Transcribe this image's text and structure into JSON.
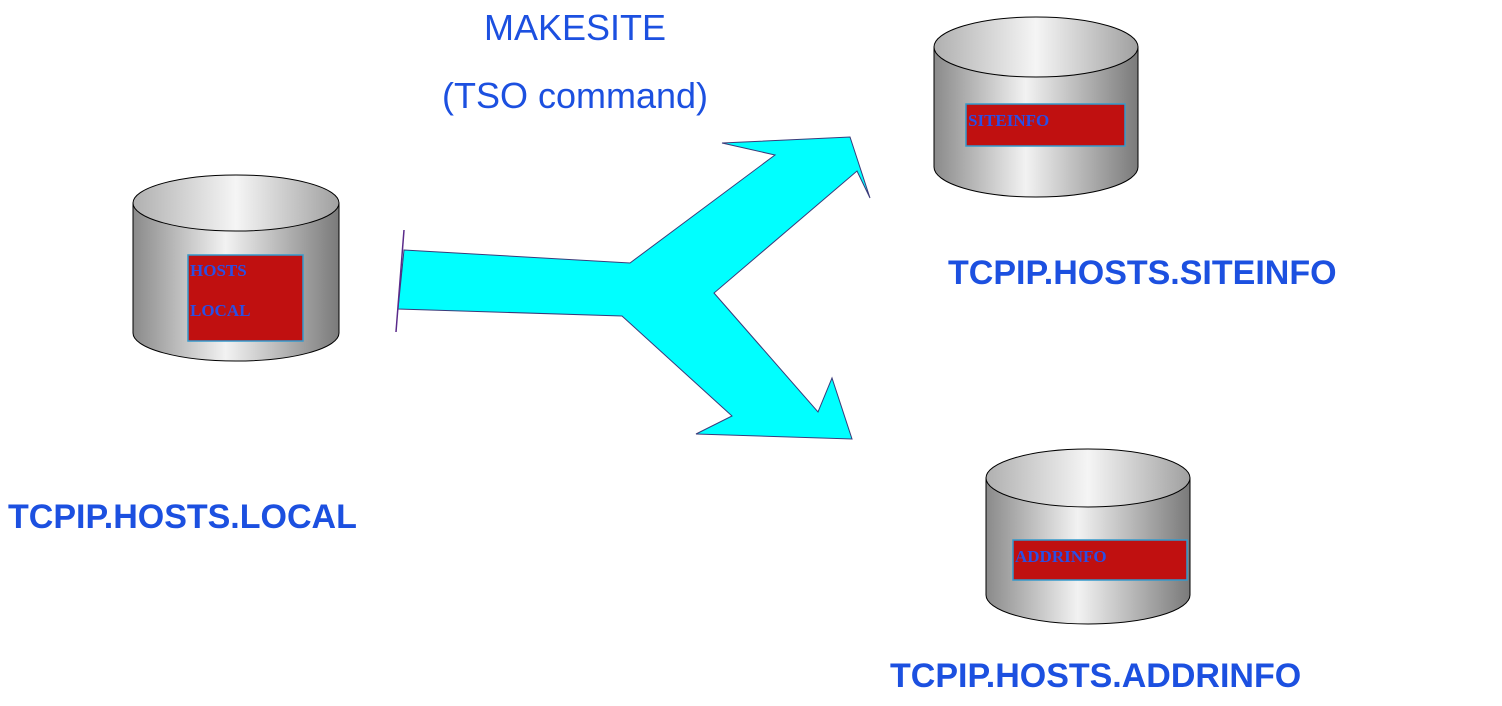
{
  "command": {
    "line1": "MAKESITE",
    "line2": "(TSO command)"
  },
  "source": {
    "dataset_name": "TCPIP.HOSTS.LOCAL",
    "label_line1": "HOSTS",
    "label_line2": "LOCAL"
  },
  "outputs": [
    {
      "dataset_name": "TCPIP.HOSTS.SITEINFO",
      "label": "SITEINFO"
    },
    {
      "dataset_name": "TCPIP.HOSTS.ADDRINFO",
      "label": "ADDRINFO"
    }
  ],
  "colors": {
    "text_blue": "#1c50e0",
    "arrow_fill": "#00ffff",
    "label_box": "#c01010",
    "cylinder_gray": "#c8c8c8"
  }
}
